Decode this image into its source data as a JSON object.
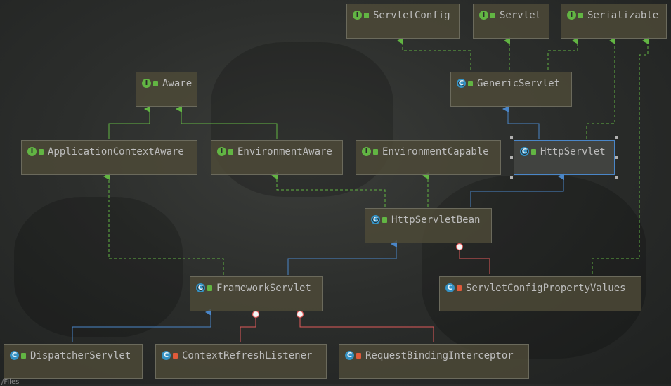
{
  "nodes": {
    "servlet_config": "ServletConfig",
    "servlet": "Servlet",
    "serializable": "Serializable",
    "aware": "Aware",
    "generic_servlet": "GenericServlet",
    "application_context_aware": "ApplicationContextAware",
    "environment_aware": "EnvironmentAware",
    "environment_capable": "EnvironmentCapable",
    "http_servlet": "HttpServlet",
    "http_servlet_bean": "HttpServletBean",
    "framework_servlet": "FrameworkServlet",
    "servlet_config_property_values": "ServletConfigPropertyValues",
    "dispatcher_servlet": "DispatcherServlet",
    "context_refresh_listener": "ContextRefreshListener",
    "request_binding_interceptor": "RequestBindingInterceptor"
  },
  "badges": {
    "interface": "I",
    "class": "C"
  },
  "corner_label": "/Files",
  "colors": {
    "implements_edge": "#62b543",
    "extends_edge": "#4a86c8",
    "inner_class_edge": "#e05a5a"
  }
}
